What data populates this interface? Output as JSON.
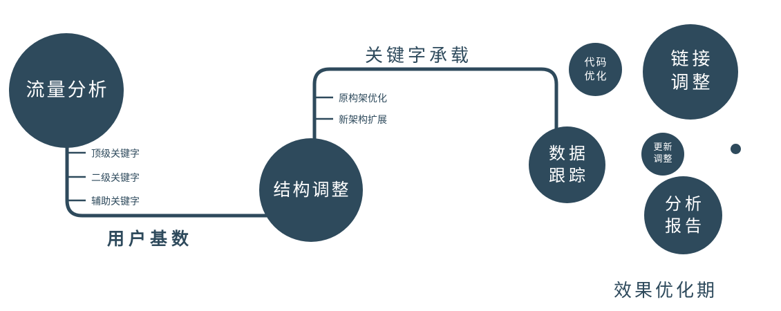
{
  "colors": {
    "primary": "#2e4a5c",
    "circle_text": "#ffffff"
  },
  "nodes": {
    "traffic": {
      "label": "流量分析"
    },
    "structure": {
      "label": "结构调整"
    },
    "tracking": {
      "line1": "数据",
      "line2": "跟踪"
    },
    "code": {
      "line1": "代码",
      "line2": "优化"
    },
    "link": {
      "line1": "链接",
      "line2": "调整"
    },
    "update": {
      "line1": "更新",
      "line2": "调整"
    },
    "report": {
      "line1": "分析",
      "line2": "报告"
    }
  },
  "edge_labels": {
    "user_base": "用户基数",
    "keyword_carry": "关键字承载"
  },
  "branch_labels": {
    "traffic": [
      "顶级关键字",
      "二级关键字",
      "辅助关键字"
    ],
    "structure": [
      "原构架优化",
      "新架构扩展"
    ]
  },
  "caption": "效果优化期"
}
